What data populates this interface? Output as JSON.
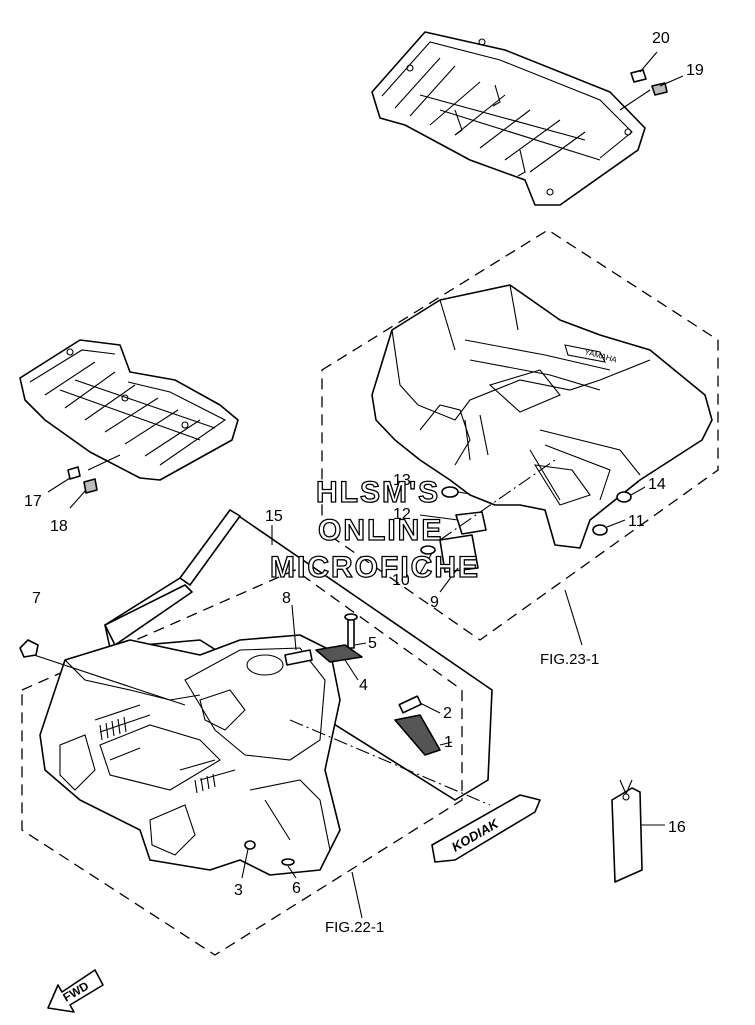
{
  "watermark": {
    "line1": "HLSM'S",
    "line2": "ONLINE",
    "line3": "MICROFICHE"
  },
  "callouts": [
    "1",
    "2",
    "3",
    "4",
    "5",
    "6",
    "7",
    "8",
    "9",
    "10",
    "11",
    "12",
    "13",
    "14",
    "15",
    "16",
    "17",
    "18",
    "19",
    "20"
  ],
  "figure_refs": {
    "rear": "FIG.23-1",
    "front": "FIG.22-1"
  },
  "decal_text": "KODIAK",
  "fender_logo": "YAMAHA",
  "direction_badge": "FWD"
}
